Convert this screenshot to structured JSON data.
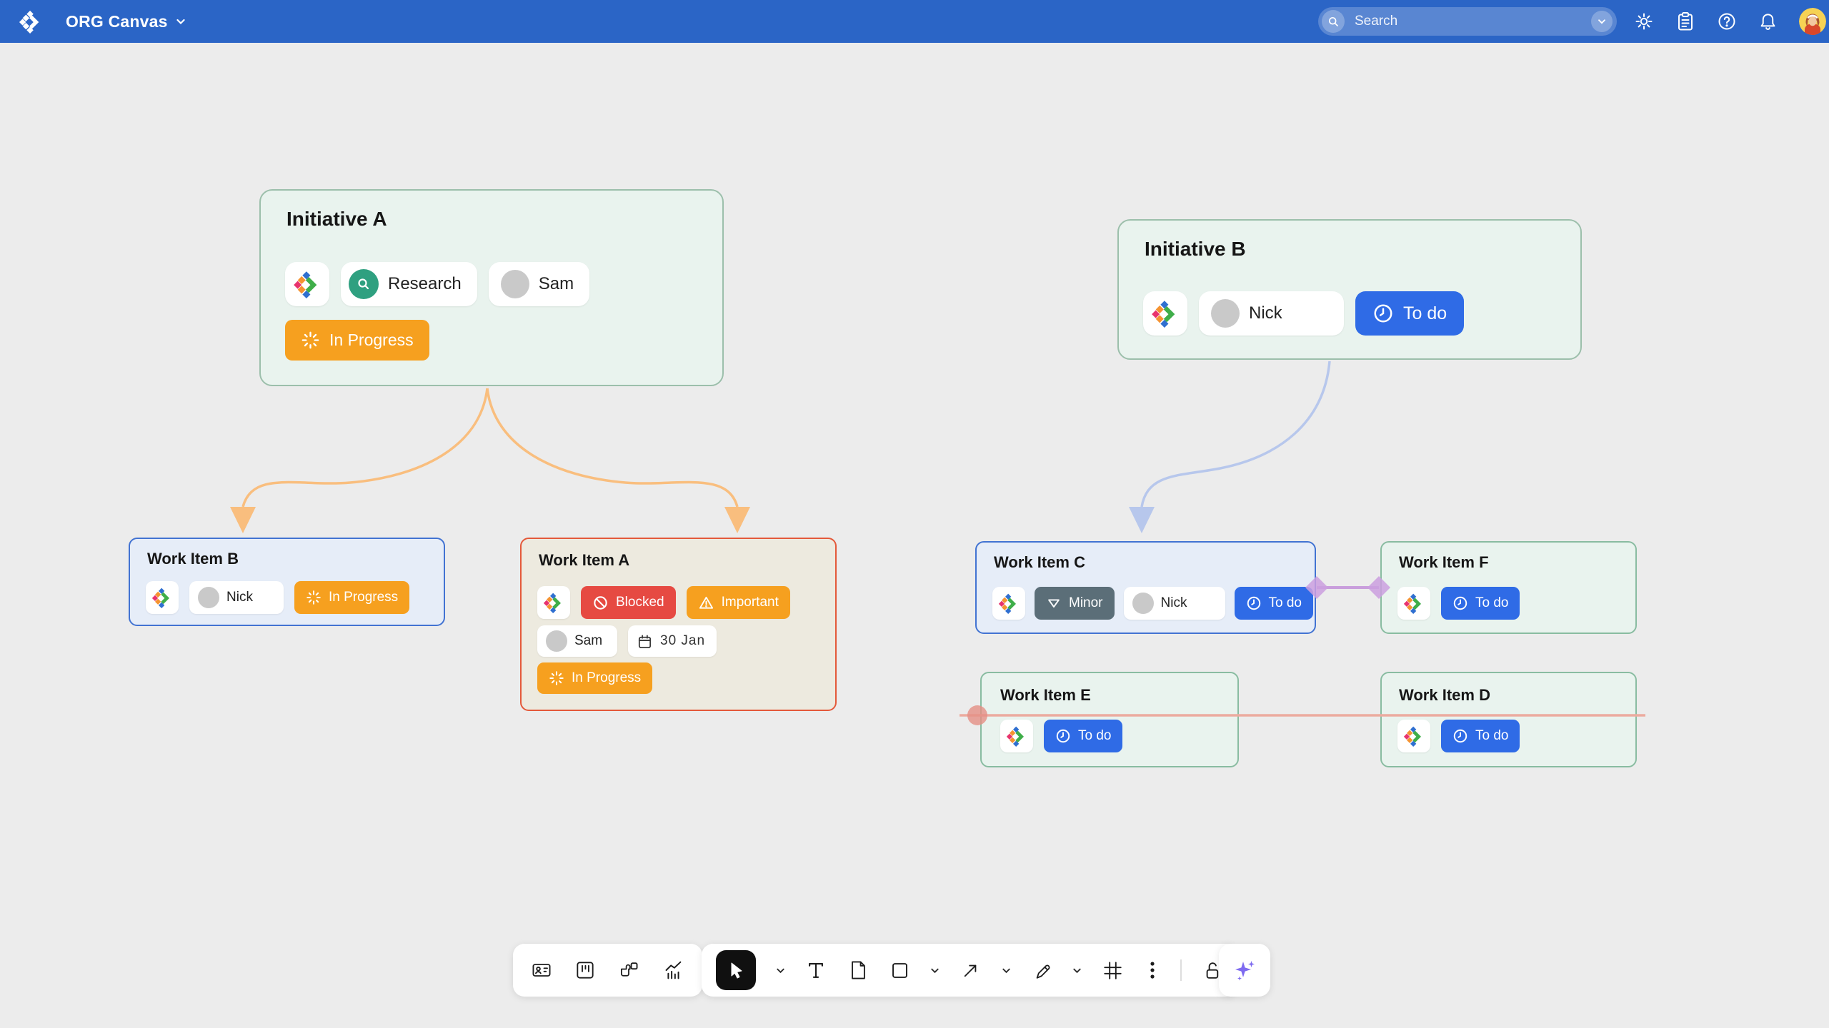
{
  "topbar": {
    "title": "ORG Canvas",
    "search_placeholder": "Search"
  },
  "cards": {
    "initiative_a": {
      "title": "Initiative A",
      "tag": "Research",
      "assignee": "Sam",
      "status": "In Progress"
    },
    "initiative_b": {
      "title": "Initiative B",
      "assignee": "Nick",
      "status": "To do"
    },
    "work_b": {
      "title": "Work Item B",
      "assignee": "Nick",
      "status": "In Progress"
    },
    "work_a": {
      "title": "Work Item A",
      "labels": [
        "Blocked",
        "Important"
      ],
      "assignee": "Sam",
      "due_date": "30 Jan",
      "status": "In Progress"
    },
    "work_c": {
      "title": "Work Item C",
      "priority": "Minor",
      "assignee": "Nick",
      "status": "To do"
    },
    "work_f": {
      "title": "Work Item F",
      "status": "To do"
    },
    "work_e": {
      "title": "Work Item E",
      "status": "To do"
    },
    "work_d": {
      "title": "Work Item D",
      "status": "To do"
    }
  },
  "toolbar": {
    "tools": [
      "contact-card",
      "kanban-board",
      "widgets",
      "chart",
      "select-cursor",
      "text",
      "page",
      "shape",
      "connector-arrow",
      "pen",
      "frame-grid",
      "more-options",
      "lock-open",
      "ai-sparkles"
    ]
  },
  "colors": {
    "topbar": "#2B65C6",
    "canvas_bg": "#ECECEC",
    "status_in_progress": "#F6A01F",
    "status_todo": "#2F6BE6",
    "label_blocked": "#E64A42",
    "label_important": "#F6A01F",
    "priority_minor": "#5B6E78",
    "initiative_border": "#9CBFAB",
    "work_blue_border": "#4273D2",
    "work_tan_border": "#E4593A",
    "work_green_border": "#89BCA1",
    "connector_orange": "#F9BE7E",
    "connector_blue": "#B7C7EC",
    "connector_purple": "#C99EDC",
    "connector_red": "#ECAB9F",
    "ai_sparkle": "#7E6BF0"
  }
}
